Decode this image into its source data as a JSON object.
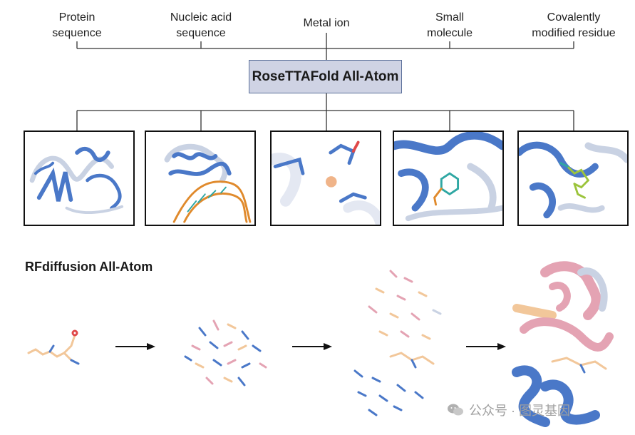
{
  "inputs": [
    {
      "line1": "Protein",
      "line2": "sequence"
    },
    {
      "line1": "Nucleic acid",
      "line2": "sequence"
    },
    {
      "line1": "Metal ion",
      "line2": ""
    },
    {
      "line1": "Small",
      "line2": "molecule"
    },
    {
      "line1": "Covalently",
      "line2": "modified residue"
    }
  ],
  "center_box": {
    "label": "RoseTTAFold All-Atom"
  },
  "section": {
    "title": "RFdiffusion All-Atom"
  },
  "watermark": {
    "text": "公众号 · 图灵基因"
  },
  "colors": {
    "protein_blue": "#4a78c8",
    "protein_grey": "#c9d2e3",
    "box_fill": "#cfd3e4",
    "box_border": "#5b6f9a",
    "dna_orange": "#e08a2c",
    "metal_ion": "#f0b489",
    "ligand_teal": "#2fa7a3",
    "ligand_green": "#9cc43c",
    "noise_pink": "#e4a3b3",
    "noise_peach": "#f2c79a"
  }
}
